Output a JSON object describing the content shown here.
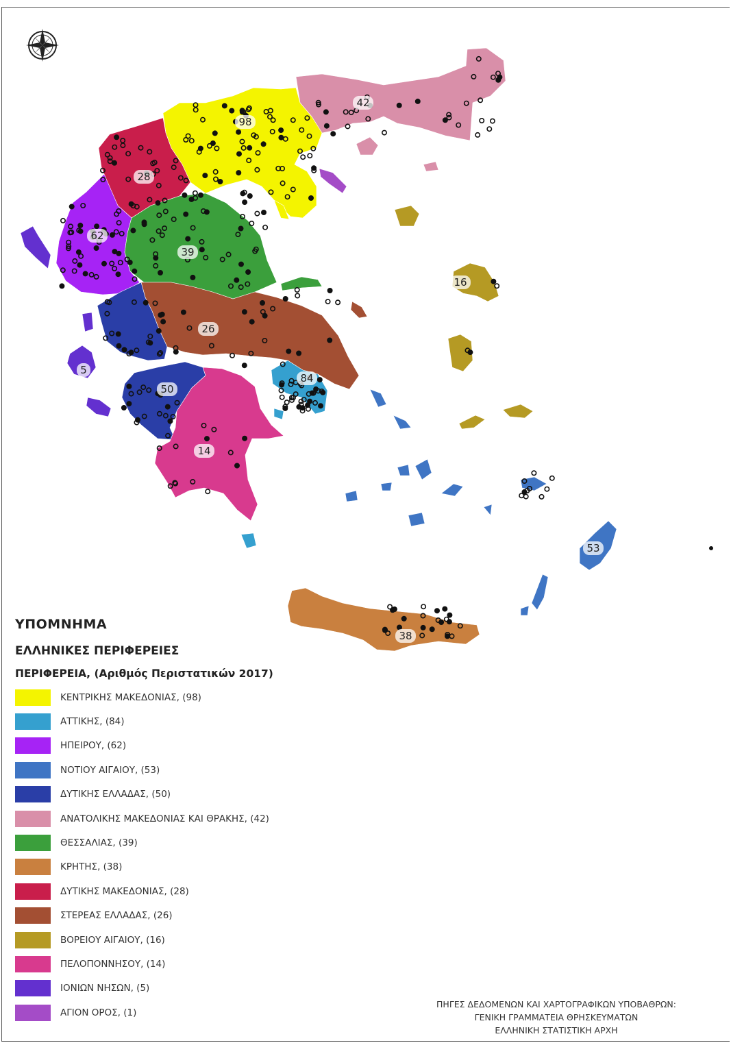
{
  "legend": {
    "title": "ΥΠΟΜΝΗΜΑ",
    "subtitle": "ΕΛΛΗΝΙΚΕΣ ΠΕΡΙΦΕΡΕΙΕΣ",
    "field": "ΠΕΡΙΦΕΡΕΙΑ, (Αριθμός Περιστατικών 2017)"
  },
  "regions": [
    {
      "id": "kentriki-makedonia",
      "label": "ΚΕΝΤΡΙΚΗΣ ΜΑΚΕΔΟΝΙΑΣ, (98)",
      "count": "98",
      "color": "#f4f400"
    },
    {
      "id": "attiki",
      "label": "ΑΤΤΙΚΗΣ, (84)",
      "count": "84",
      "color": "#35a0cf"
    },
    {
      "id": "ipeiros",
      "label": "ΗΠΕΙΡΟΥ, (62)",
      "count": "62",
      "color": "#a623f5"
    },
    {
      "id": "notio-aigaio",
      "label": "ΝΟΤΙΟΥ ΑΙΓΑΙΟΥ, (53)",
      "count": "53",
      "color": "#3f75c4"
    },
    {
      "id": "dytiki-ellada",
      "label": "ΔΥΤΙΚΗΣ ΕΛΛΑΔΑΣ, (50)",
      "count": "50",
      "color": "#2a3ea7"
    },
    {
      "id": "anatoliki-makedonia-thraki",
      "label": "ΑΝΑΤΟΛΙΚΗΣ ΜΑΚΕΔΟΝΙΑΣ ΚΑΙ ΘΡΑΚΗΣ, (42)",
      "count": "42",
      "color": "#d98fa9"
    },
    {
      "id": "thessalia",
      "label": " ΘΕΣΣΑΛΙΑΣ, (39)",
      "count": "39",
      "color": "#3b9f3c"
    },
    {
      "id": "kriti",
      "label": "ΚΡΗΤΗΣ, (38)",
      "count": "38",
      "color": "#c9803f"
    },
    {
      "id": "dytiki-makedonia",
      "label": "ΔΥΤΙΚΗΣ ΜΑΚΕΔΟΝΙΑΣ, (28)",
      "count": "28",
      "color": "#c91e4b"
    },
    {
      "id": "sterea-ellada",
      "label": "ΣΤΕΡΕΑΣ ΕΛΛΑΔΑΣ, (26)",
      "count": "26",
      "color": "#a34f33"
    },
    {
      "id": "voreio-aigaio",
      "label": "ΒΟΡΕΙΟΥ ΑΙΓΑΙΟΥ, (16)",
      "count": "16",
      "color": "#b59a24"
    },
    {
      "id": "peloponnisos",
      "label": "ΠΕΛΟΠΟΝΝΗΣΟΥ, (14)",
      "count": "14",
      "color": "#d83a8e"
    },
    {
      "id": "ionia-nisia",
      "label": "ΙΟΝΙΩΝ ΝΗΣΩΝ, (5)",
      "count": "5",
      "color": "#6330cf"
    },
    {
      "id": "agion-oros",
      "label": "ΑΓΙΟΝ ΟΡΟΣ, (1)",
      "count": "",
      "color": "#a44cc7"
    }
  ],
  "sources": {
    "line1": "ΠΗΓΕΣ ΔΕΔΟΜΕΝΩΝ ΚΑΙ ΧΑΡΤΟΓΡΑΦΙΚΩΝ ΥΠΟΒΑΘΡΩΝ:",
    "line2": "ΓΕΝΙΚΗ ΓΡΑΜΜΑΤΕΙΑ ΘΡΗΣΚΕΥΜΑΤΩΝ",
    "line3": "ΕΛΛΗΝΙΚΗ ΣΤΑΤΙΣΤΙΚΗ ΑΡΧΗ"
  },
  "icons": {
    "north_arrow": "compass-rose-icon",
    "incident_marker": "circle-dot"
  }
}
